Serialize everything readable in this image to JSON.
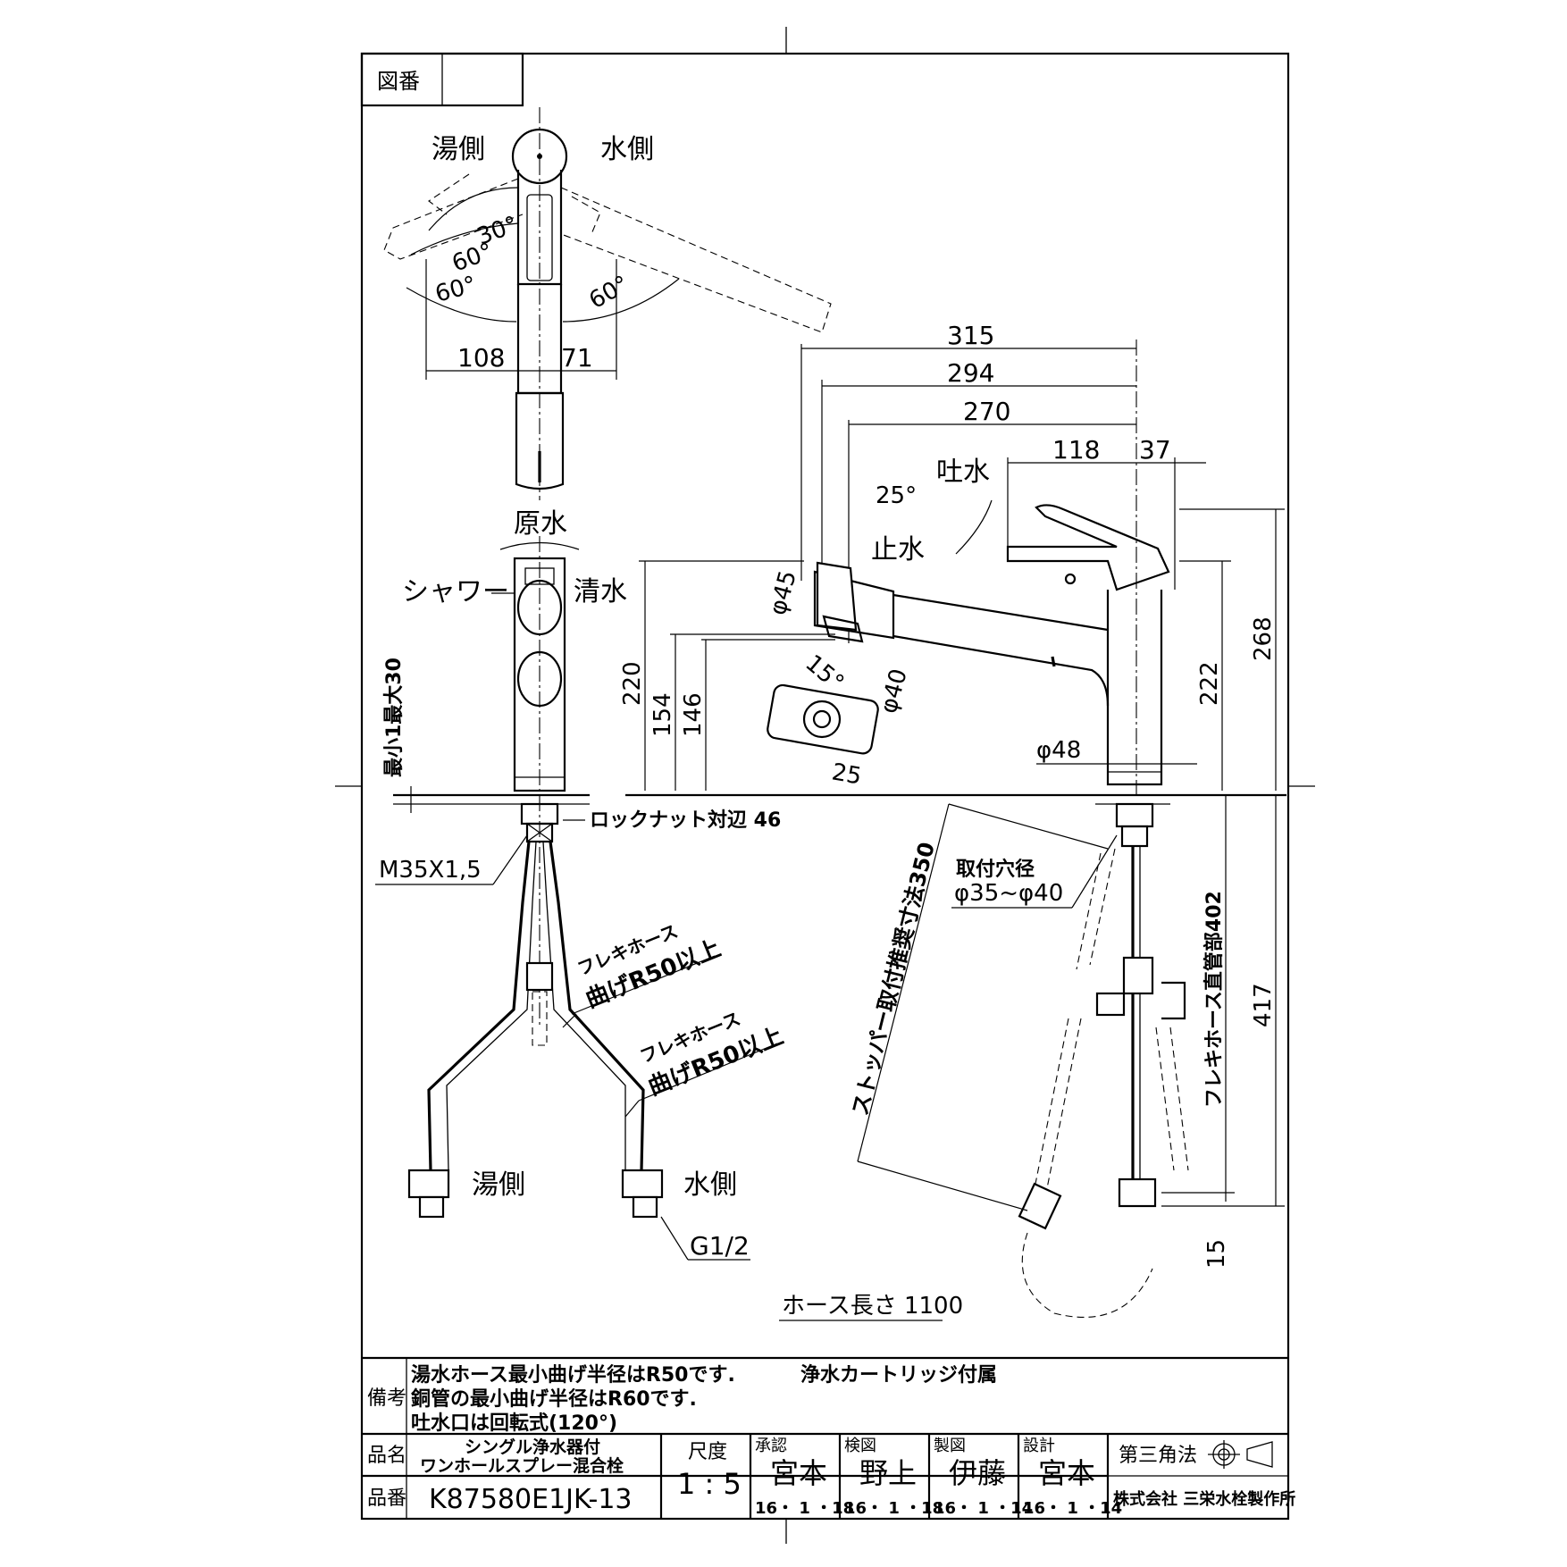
{
  "title_block": {
    "drawing_no_label": "図番",
    "remarks_label": "備考",
    "remarks": [
      "湯水ホース最小曲げ半径はR50です.",
      "銅管の最小曲げ半径はR60です.",
      "吐水口は回転式(120°)"
    ],
    "accessory_note": "浄水カートリッジ付属",
    "name_label": "品名",
    "product_name_line1": "シングル浄水器付",
    "product_name_line2": "ワンホールスプレー混合栓",
    "number_label": "品番",
    "product_number": "K87580E1JK-13",
    "scale_label": "尺度",
    "scale": "1 : 5",
    "approval_label": "承認",
    "approval_name": "宮本",
    "approval_date": "16・ 1 ・18",
    "check_label": "検図",
    "check_name": "野上",
    "check_date": "16・ 1 ・18",
    "draft_label": "製図",
    "draft_name": "伊藤",
    "draft_date": "16・ 1 ・14",
    "design_label": "設計",
    "design_name": "宮本",
    "design_date": "16・ 1 ・14",
    "projection": "第三角法",
    "company": "株式会社 三栄水栓製作所"
  },
  "top_view": {
    "hot_side": "湯側",
    "cold_side": "水側",
    "angle_30": "30°",
    "angle_60a": "60°",
    "angle_60b": "60°",
    "angle_60c": "60°",
    "dim_108": "108",
    "dim_71": "71"
  },
  "front_view": {
    "raw_water": "原水",
    "shower": "シャワー",
    "purified": "清水",
    "min_max": "最小1最大30",
    "locknut": "ロックナット対辺 46",
    "thread": "M35X1,5",
    "flex_hose_1a": "フレキホース",
    "flex_hose_1b": "曲げR50以上",
    "flex_hose_2a": "フレキホース",
    "flex_hose_2b": "曲げR50以上",
    "hot_side": "湯側",
    "cold_side": "水側",
    "g_thread": "G1/2"
  },
  "side_view": {
    "dim_315": "315",
    "dim_294": "294",
    "dim_270": "270",
    "dim_118": "118",
    "dim_37": "37",
    "spout": "吐水",
    "stop": "止水",
    "angle_25": "25°",
    "phi_45": "φ45",
    "angle_15": "15°",
    "phi_40": "φ40",
    "dim_25": "25",
    "dim_220": "220",
    "dim_154": "154",
    "dim_146": "146",
    "phi_48": "φ48",
    "dim_222": "222",
    "dim_268": "268",
    "mount_hole_label": "取付穴径",
    "mount_hole_size": "φ35~φ40",
    "stopper_dim": "ストッパー取付推奨寸法350",
    "flex_straight": "フレキホース直管部402",
    "dim_417": "417",
    "dim_15": "15",
    "hose_length": "ホース長さ  1100"
  }
}
